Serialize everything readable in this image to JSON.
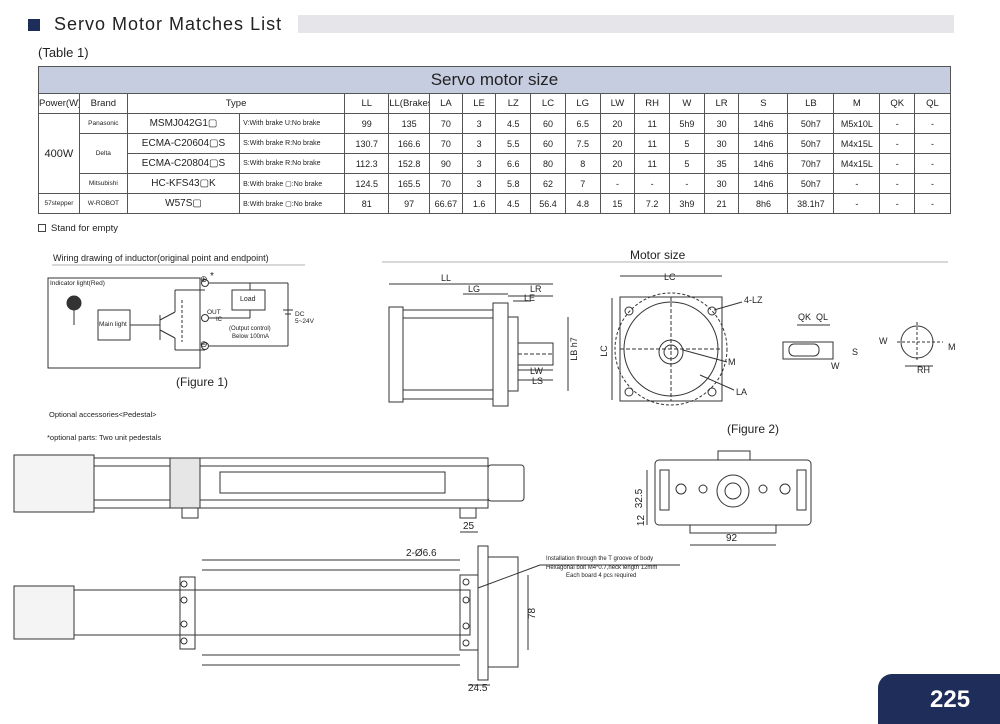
{
  "header": {
    "title": "Servo Motor Matches List",
    "table_caption": "(Table 1)"
  },
  "table": {
    "title": "Servo motor size",
    "headers": {
      "power": "Power(W)",
      "brand": "Brand",
      "type": "Type",
      "ll": "LL",
      "ll_brakes": "LL(Brakes)",
      "la": "LA",
      "le": "LE",
      "lz": "LZ",
      "lc": "LC",
      "lg": "LG",
      "lw": "LW",
      "rh": "RH",
      "w": "W",
      "lr": "LR",
      "s": "S",
      "lb": "LB",
      "m": "M",
      "qk": "QK",
      "ql": "QL"
    },
    "power_400": "400W",
    "power_57": "57stepper",
    "rows": [
      {
        "brand": "Panasonic",
        "model": "MSMJ042G1▢",
        "desc": "V:With brake  U:No brake",
        "vals": [
          "99",
          "135",
          "70",
          "3",
          "4.5",
          "60",
          "6.5",
          "20",
          "11",
          "5h9",
          "30",
          "14h6",
          "50h7",
          "M5x10L",
          "-",
          "-"
        ]
      },
      {
        "brand": "Delta",
        "model": "ECMA-C20604▢S",
        "desc": "S:With brake  R:No brake",
        "vals": [
          "130.7",
          "166.6",
          "70",
          "3",
          "5.5",
          "60",
          "7.5",
          "20",
          "11",
          "5",
          "30",
          "14h6",
          "50h7",
          "M4x15L",
          "-",
          "-"
        ]
      },
      {
        "brand": "",
        "model": "ECMA-C20804▢S",
        "desc": "S:With brake  R:No brake",
        "vals": [
          "112.3",
          "152.8",
          "90",
          "3",
          "6.6",
          "80",
          "8",
          "20",
          "11",
          "5",
          "35",
          "14h6",
          "70h7",
          "M4x15L",
          "-",
          "-"
        ]
      },
      {
        "brand": "Mitsubishi",
        "model": "HC-KFS43▢K",
        "desc": "B:With brake  ▢:No brake",
        "vals": [
          "124.5",
          "165.5",
          "70",
          "3",
          "5.8",
          "62",
          "7",
          "-",
          "-",
          "-",
          "30",
          "14h6",
          "50h7",
          "-",
          "-",
          "-"
        ]
      },
      {
        "brand": "W-ROBOT",
        "model": "W57S▢",
        "desc": "B:With brake  ▢:No brake",
        "vals": [
          "81",
          "97",
          "66.67",
          "1.6",
          "4.5",
          "56.4",
          "4.8",
          "15",
          "7.2",
          "3h9",
          "21",
          "8h6",
          "38.1h7",
          "-",
          "-",
          "-"
        ]
      }
    ]
  },
  "note": "Stand for empty",
  "wiring": {
    "title": "Wiring drawing of inductor(original point and endpoint)",
    "indicator": "Indicator light(Red)",
    "main_light": "Main light",
    "load": "Load",
    "out": "OUT",
    "ic": "IC",
    "output_control": "(Output control)",
    "below": "Below 100mA",
    "dc": "DC",
    "voltage": "5~24V",
    "plus": "⊕",
    "minus": "⊖",
    "star": "*",
    "figure": "(Figure 1)"
  },
  "motor": {
    "title": "Motor size",
    "ll": "LL",
    "lg": "LG",
    "lr": "LR",
    "le": "LE",
    "lb": "LB h7",
    "lw": "LW",
    "ls": "LS",
    "lc": "LC",
    "lz": "4-LZ",
    "m": "M",
    "la": "LA",
    "qk": "QK",
    "ql": "QL",
    "w": "W",
    "s": "S",
    "rh": "RH",
    "figure": "(Figure 2)"
  },
  "accessories": {
    "title": "Optional accessories<Pedestal>",
    "parts": "*optional parts: Two unit pedestals",
    "dim_25": "25",
    "dim_92": "92",
    "dim_1232": "12",
    "dim_325": "32.5",
    "dim_holes": "2-Ø6.6",
    "dim_78": "78",
    "dim_245": "24.5",
    "install1": "Installation through the T groove of body",
    "install2": "Hexagonal bolt M4*0.7,neck length 12mm",
    "install3": "Each board 4 pcs required"
  },
  "page": {
    "number": "225"
  }
}
